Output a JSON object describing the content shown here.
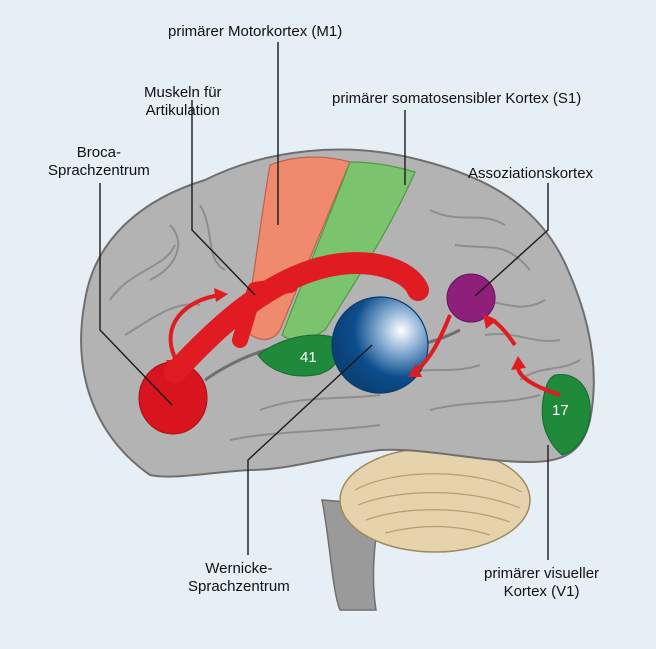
{
  "labels": {
    "motor": "primärer Motorkortex (M1)",
    "muscles_line1": "Muskeln für",
    "muscles_line2": "Artikulation",
    "somato": "primärer somatosensibler Kortex (S1)",
    "broca_line1": "Broca-",
    "broca_line2": "Sprachzentrum",
    "association": "Assoziationskortex",
    "wernicke_line1": "Wernicke-",
    "wernicke_line2": "Sprachzentrum",
    "visual_line1": "primärer visueller",
    "visual_line2": "Kortex (V1)"
  },
  "area_numbers": {
    "auditory": "41",
    "visual": "17"
  },
  "colors": {
    "background": "#e6eef6",
    "cortex": "#b3b3b3",
    "cortex_edge": "#6f6f6f",
    "motor_cortex": "#ef8a6c",
    "somatosensory_cortex": "#7cc36e",
    "auditory_area": "#1e8a3a",
    "broca_area": "#d8141e",
    "wernicke_area": "#0c4d8c",
    "association_area": "#8e1f7a",
    "pathway_arrow": "#e01b22",
    "cerebellum": "#e6d3ac",
    "brainstem": "#9a9a9a"
  }
}
